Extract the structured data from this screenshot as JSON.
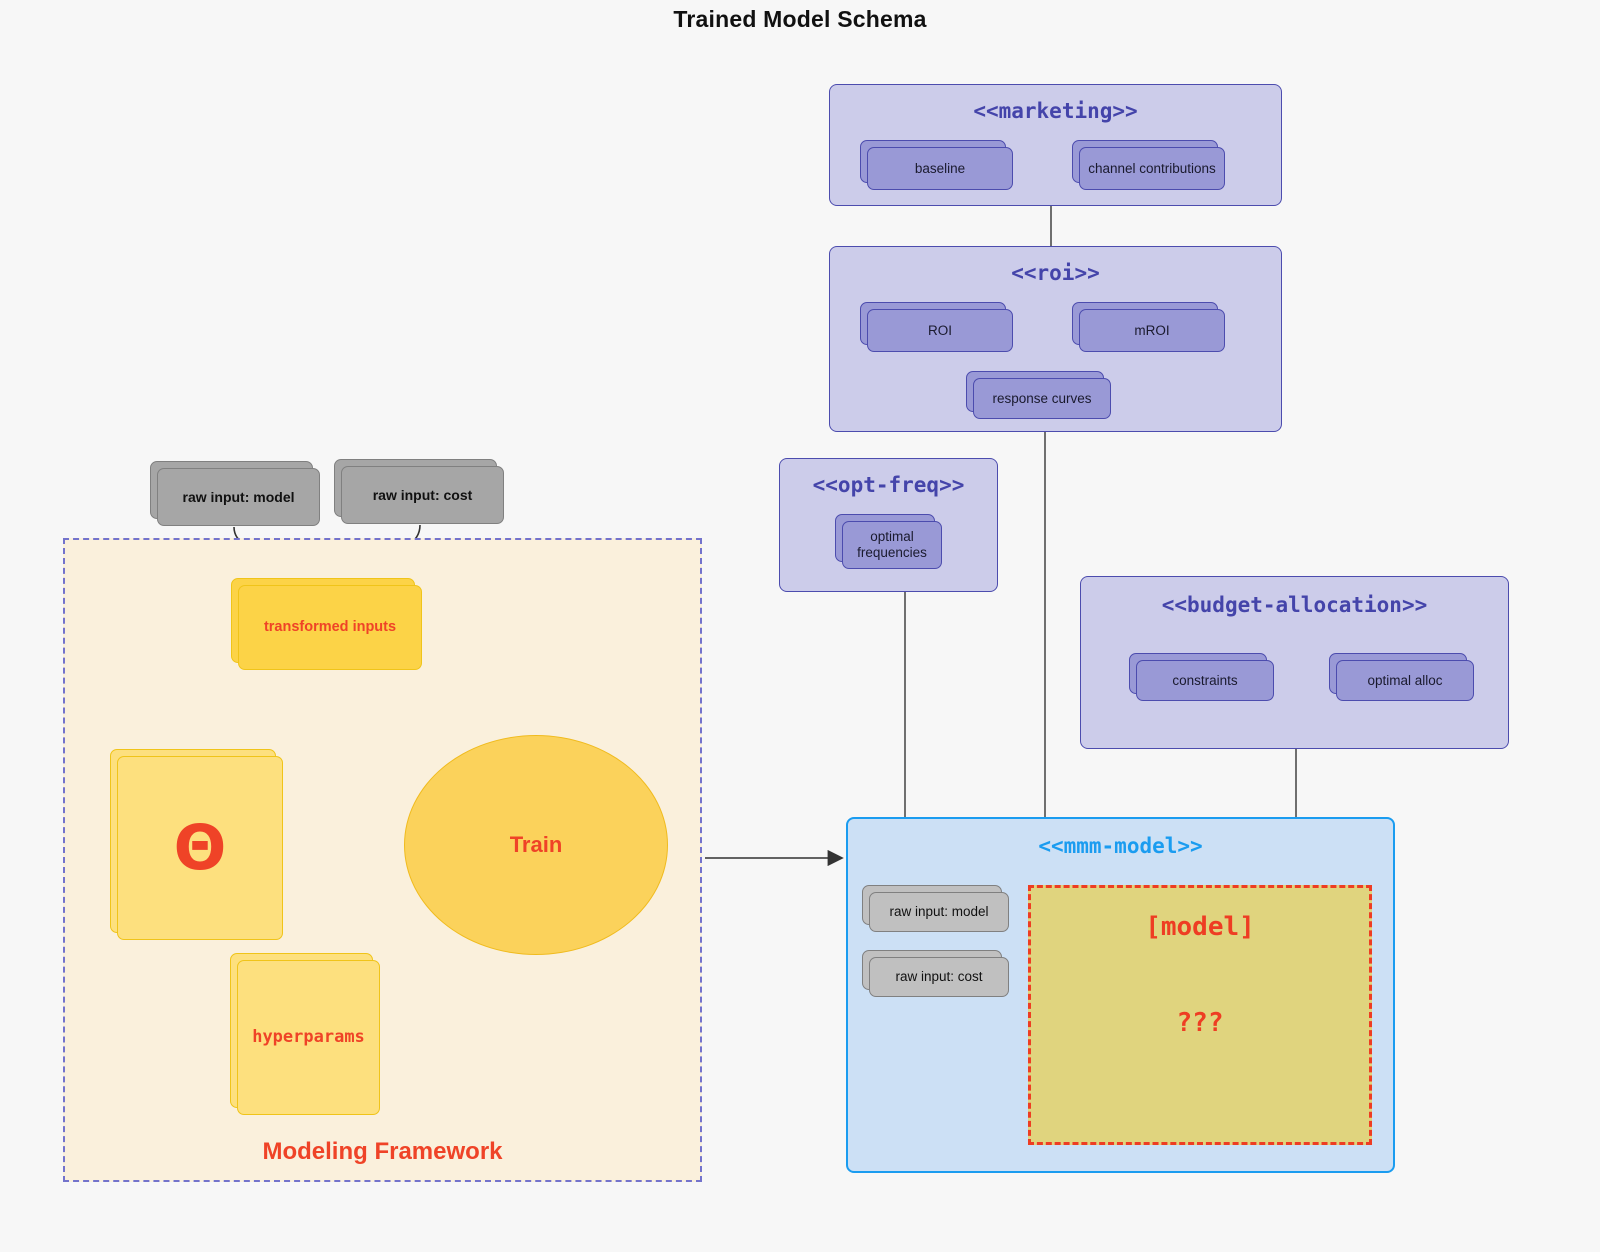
{
  "title": "Trained Model Schema",
  "colors": {
    "page_background": "#f7f7f7",
    "package_purple_fill": "#ccccea",
    "package_purple_border": "#4c4cae",
    "package_purple_title": "#4444aa",
    "node_purple_fill": "#9999d6",
    "package_blue_fill": "#cce0f5",
    "package_blue_border": "#1a9cf0",
    "package_blue_title": "#1a9cf0",
    "node_grey_fill": "#a6a6a6",
    "node_grey_light_fill": "#c0c0c0",
    "node_yellow_fill": "#fcd347",
    "node_yellow_pale_fill": "#fde07e",
    "ellipse_fill": "#fbd25b",
    "accent_red": "#ef4327",
    "framework_fill": "#faf0dc",
    "framework_border": "#7373cc",
    "model_box_fill": "#e0d47e",
    "model_box_border": "#ee3d23",
    "edge_grey": "#4d4d4d"
  },
  "packages": {
    "marketing": {
      "title": "<<marketing>>",
      "nodes": [
        {
          "label": "baseline"
        },
        {
          "label": "channel contributions"
        }
      ]
    },
    "roi": {
      "title": "<<roi>>",
      "nodes": [
        {
          "label": "ROI"
        },
        {
          "label": "mROI"
        },
        {
          "label": "response curves"
        }
      ]
    },
    "opt_freq": {
      "title": "<<opt-freq>>",
      "nodes": [
        {
          "label": "optimal\nfrequencies",
          "line1": "optimal",
          "line2": "frequencies"
        }
      ]
    },
    "budget_allocation": {
      "title": "<<budget-allocation>>",
      "nodes": [
        {
          "label": "constraints"
        },
        {
          "label": "optimal alloc"
        }
      ]
    },
    "mmm_model": {
      "title": "<<mmm-model>>",
      "nodes": [
        {
          "label": "raw input: model"
        },
        {
          "label": "raw input: cost"
        }
      ],
      "model_box": {
        "title": "[model]",
        "unknown": "???"
      }
    }
  },
  "framework": {
    "label": "Modeling Framework",
    "inputs": [
      {
        "label": "raw input: model"
      },
      {
        "label": "raw input: cost"
      }
    ],
    "transformed": {
      "label": "transformed inputs"
    },
    "theta": {
      "label": "Θ"
    },
    "hyperparams": {
      "label": "hyperparams"
    },
    "train": {
      "label": "Train"
    }
  }
}
